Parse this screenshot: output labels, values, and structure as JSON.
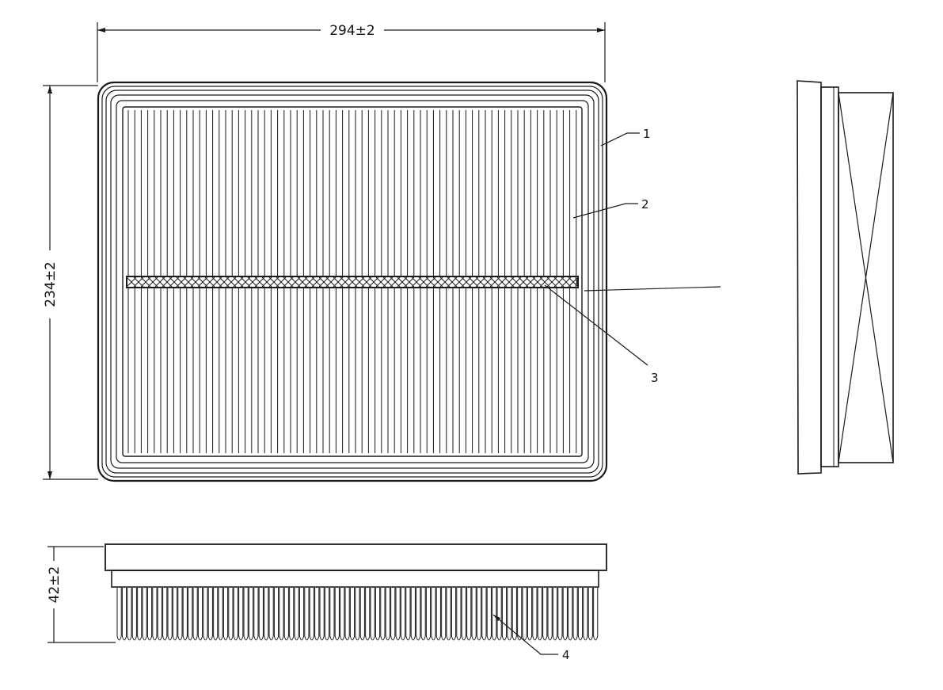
{
  "dimensions": {
    "width": "294±2",
    "height": "234±2",
    "depth": "42±2"
  },
  "callouts": [
    "1",
    "2",
    "3",
    "4"
  ],
  "colors": {
    "ink": "#1a1a1a",
    "paper": "#ffffff"
  }
}
